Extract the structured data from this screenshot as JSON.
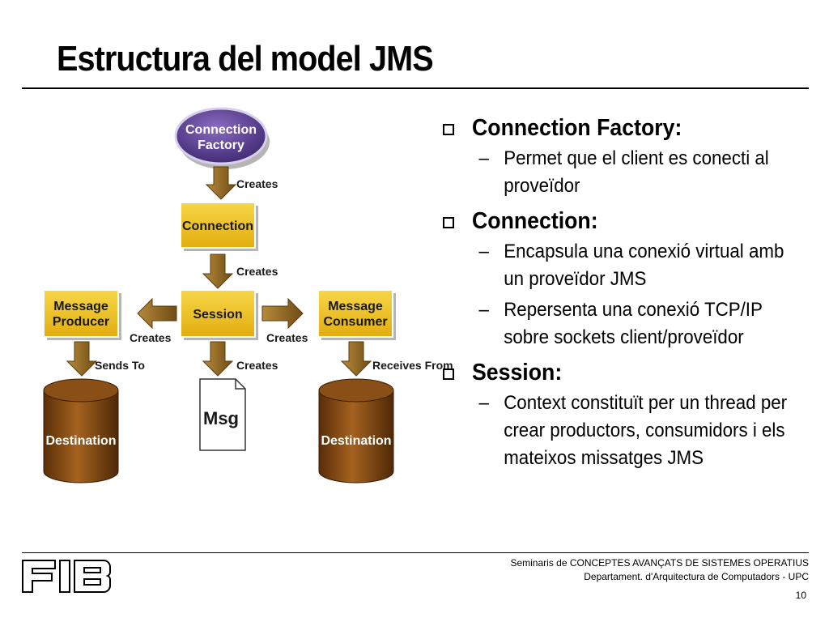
{
  "slide": {
    "title": "Estructura del model JMS"
  },
  "diagram": {
    "connection_factory": [
      "Connection",
      "Factory"
    ],
    "connection": "Connection",
    "session": "Session",
    "message_producer": [
      "Message",
      "Producer"
    ],
    "message_consumer": [
      "Message",
      "Consumer"
    ],
    "destination_left": "Destination",
    "destination_right": "Destination",
    "msg": "Msg",
    "labels": {
      "creates_connection": "Creates",
      "creates_session": "Creates",
      "creates_producer": "Creates",
      "creates_consumer": "Creates",
      "creates_msg": "Creates",
      "sends_to": "Sends To",
      "receives_from": "Receives From"
    },
    "colors": {
      "factory_fill": "#5b3f8f",
      "box_fill": "#f0c41e",
      "arrow": "#8a6520",
      "cylinder": "#7a4210"
    }
  },
  "bullets": [
    {
      "heading": "Connection Factory:",
      "items": [
        "Permet que el client es conecti al proveïdor"
      ]
    },
    {
      "heading": "Connection:",
      "items": [
        "Encapsula una conexió virtual amb un proveïdor JMS",
        "Repersenta una conexió TCP/IP sobre sockets  client/proveïdor"
      ]
    },
    {
      "heading": "Session:",
      "items": [
        "Context constituït per un thread per crear productors, consumidors i els mateixos missatges JMS"
      ]
    }
  ],
  "footer": {
    "line1": "Seminaris de CONCEPTES AVANÇATS DE SISTEMES OPERATIUS",
    "line2": "Departament.  d'Arquitectura de Computadors - UPC",
    "page": "10",
    "logo": "FIB"
  }
}
